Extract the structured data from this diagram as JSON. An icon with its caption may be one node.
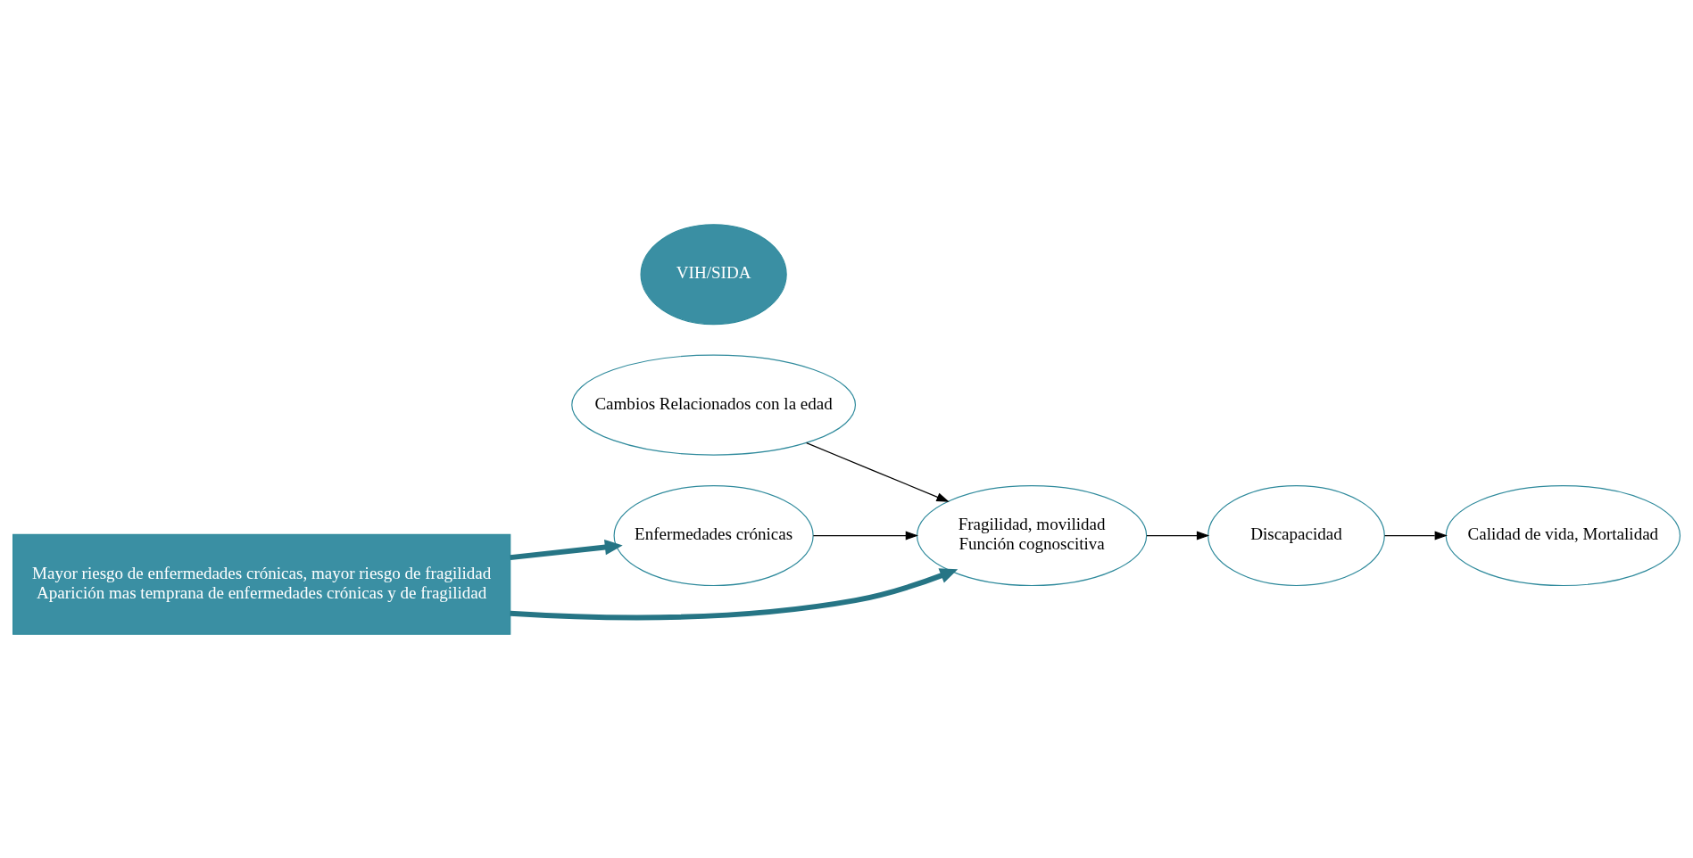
{
  "diagram": {
    "nodes": [
      {
        "text": [
          "Enfermedades crónicas"
        ]
      },
      {
        "text": [
          "VIH/SIDA"
        ]
      },
      {
        "text": [
          "Cambios Relacionados con la edad"
        ]
      },
      {
        "text": [
          "Fragilidad, movilidad",
          "Función cognoscitiva"
        ]
      },
      {
        "text": [
          "Discapacidad"
        ]
      },
      {
        "text": [
          "Calidad de vida, Mortalidad"
        ]
      },
      {
        "text": [
          "Mayor riesgo de enfermedades crónicas, mayor riesgo de fragilidad",
          "Aparición mas temprana de enfermedades crónicas y de fragilidad"
        ]
      }
    ],
    "edges": [
      {
        "from": 0,
        "to": 3,
        "arrow": "to"
      },
      {
        "from": 2,
        "to": 3,
        "arrow": "to"
      },
      {
        "from": 3,
        "to": 4,
        "arrow": "to"
      },
      {
        "from": 4,
        "to": 5,
        "arrow": "to"
      },
      {
        "from": 6,
        "to": 0,
        "arrow": "to",
        "style": "thick",
        "color": "#267585"
      },
      {
        "from": 6,
        "to": 3,
        "arrow": "to",
        "style": "thick",
        "color": "#267585"
      }
    ]
  }
}
